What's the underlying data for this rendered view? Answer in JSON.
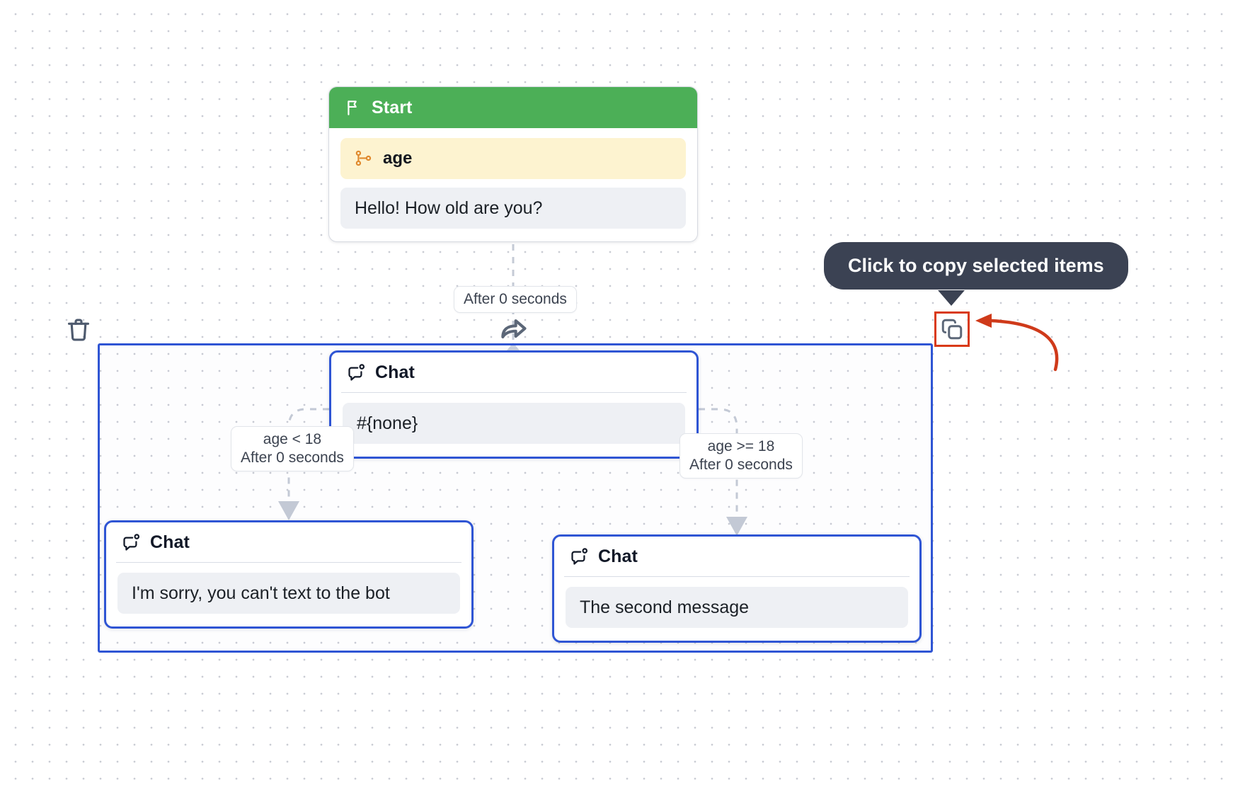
{
  "canvas": {
    "background": "#ffffff",
    "dot_color": "#c9ccd4"
  },
  "colors": {
    "start_header": "#4caf57",
    "variable_row": "#fdf3d0",
    "message_box": "#eef0f4",
    "selection_border": "#2f55d4",
    "tooltip_bg": "#3b4253",
    "highlight_border": "#d93a16",
    "arrow_red": "#cf3a1a",
    "edge_dash": "#c5cbd6",
    "icon_slate": "#5c6778",
    "variable_icon": "#e08a2e"
  },
  "nodes": [
    {
      "id": "start",
      "type": "start",
      "title": "Start",
      "icon": "flag-icon",
      "variable": {
        "name": "age",
        "icon": "branch-icon"
      },
      "message": "Hello! How old are you?",
      "selected": false
    },
    {
      "id": "chat-main",
      "type": "chat",
      "title": "Chat",
      "icon": "chat-bubble-icon",
      "message": "#{none}",
      "selected": true
    },
    {
      "id": "chat-under-18",
      "type": "chat",
      "title": "Chat",
      "icon": "chat-bubble-icon",
      "message": "I'm sorry, you can't text to the bot",
      "selected": true
    },
    {
      "id": "chat-over-18",
      "type": "chat",
      "title": "Chat",
      "icon": "chat-bubble-icon",
      "message": "The second message",
      "selected": true
    }
  ],
  "edges": [
    {
      "id": "edge-start-to-chat",
      "label": "After 0 seconds",
      "from": "start",
      "to": "chat-main"
    },
    {
      "id": "edge-chat-to-under18",
      "label": "age < 18\nAfter 0 seconds",
      "from": "chat-main",
      "to": "chat-under-18"
    },
    {
      "id": "edge-chat-to-over18",
      "label": "age >= 18\nAfter 0 seconds",
      "from": "chat-main",
      "to": "chat-over-18"
    }
  ],
  "tooltip": {
    "text": "Click to copy selected items"
  },
  "toolbar": {
    "copy_label": "copy-icon",
    "delete_label": "trash-icon"
  },
  "annotation": {
    "arrow": "red-curved-arrow",
    "target": "copy-button"
  }
}
